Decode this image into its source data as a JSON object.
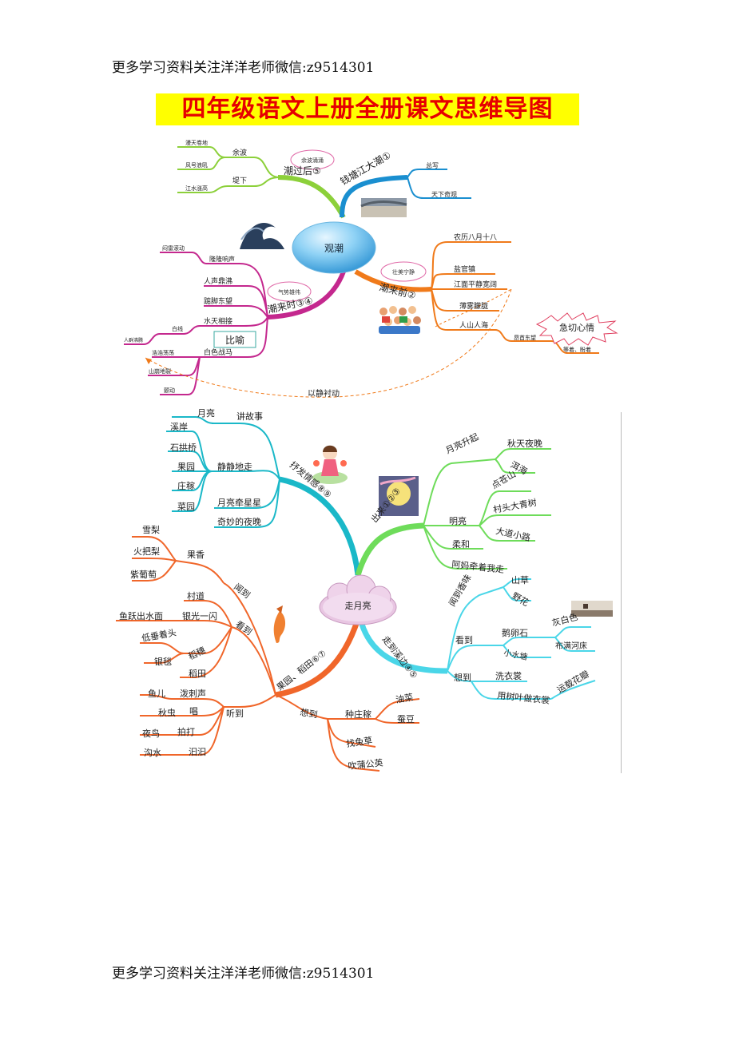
{
  "header_text": "更多学习资料关注洋洋老师微信:z9514301",
  "footer_text": "更多学习资料关注洋洋老师微信:z9514301",
  "title": "四年级语文上册全册课文思维导图",
  "map1": {
    "center": "观潮",
    "b1": {
      "label": "钱塘江大潮①",
      "items": [
        "总写",
        "天下奇观"
      ]
    },
    "b2": {
      "label": "潮来前②",
      "bubble": "壮美宁静",
      "items": [
        "农历八月十八",
        "盐官镇",
        "江面平静宽阔",
        "薄雾朦胧",
        "人山人海"
      ],
      "sub1": "昂首东望",
      "sub2": "等着、盼着",
      "emotion": "急切心情"
    },
    "b3": {
      "label": "潮来时③④",
      "bubble": "气势雄伟",
      "items": [
        "隆隆响声",
        "人声鼎沸",
        "踮脚东望",
        "水天相接",
        "白色战马"
      ],
      "sub": [
        "闷雷滚动",
        "白线",
        "人群沸腾",
        "浩浩荡荡",
        "山崩地裂",
        "颤动"
      ],
      "note": "比喻"
    },
    "b4": {
      "label": "潮过后⑤",
      "bubble": "余波涌涌",
      "items": [
        "余波",
        "堤下"
      ],
      "sub": [
        "漫天卷地",
        "风号浪吼",
        "江水涨高"
      ]
    },
    "link": "以静衬动"
  },
  "map2": {
    "center": "走月亮",
    "b1": {
      "label": "出来①②③",
      "items": [
        "月亮升起",
        "明亮",
        "柔和",
        "阿妈牵着我走"
      ],
      "sub": [
        "秋天夜晚",
        "洱海",
        "点苍山",
        "村头大青树",
        "大道小路"
      ]
    },
    "b2": {
      "label": "走到溪边④⑤",
      "items": [
        "闻到香味",
        "看到",
        "想到"
      ],
      "sub": [
        "山草",
        "野花",
        "鹅卵石",
        "小水塘",
        "洗衣裳",
        "用树叶做衣裳",
        "灰白色",
        "布满河床",
        "运载花瓣"
      ]
    },
    "b3": {
      "label": "果园、稻田⑥⑦",
      "items": [
        "闻到",
        "看到",
        "听到",
        "想到"
      ],
      "sub": [
        "果香",
        "雪梨",
        "火把梨",
        "紫葡萄",
        "村道",
        "银光一闪",
        "鱼跃出水面",
        "稻穗",
        "低垂着头",
        "银毯",
        "稻田",
        "泼刺声",
        "鱼儿",
        "唱",
        "秋虫",
        "拍打",
        "夜鸟",
        "汩汩",
        "沟水",
        "种庄稼",
        "油菜",
        "蚕豆",
        "找兔草",
        "吹蒲公英"
      ]
    },
    "b4": {
      "label": "抒发情感⑧⑨",
      "items": [
        "讲故事",
        "静静地走",
        "月亮牵星星",
        "奇妙的夜晚"
      ],
      "sub": [
        "月亮",
        "溪岸",
        "石拱桥",
        "果园",
        "庄稼",
        "菜园"
      ]
    }
  }
}
